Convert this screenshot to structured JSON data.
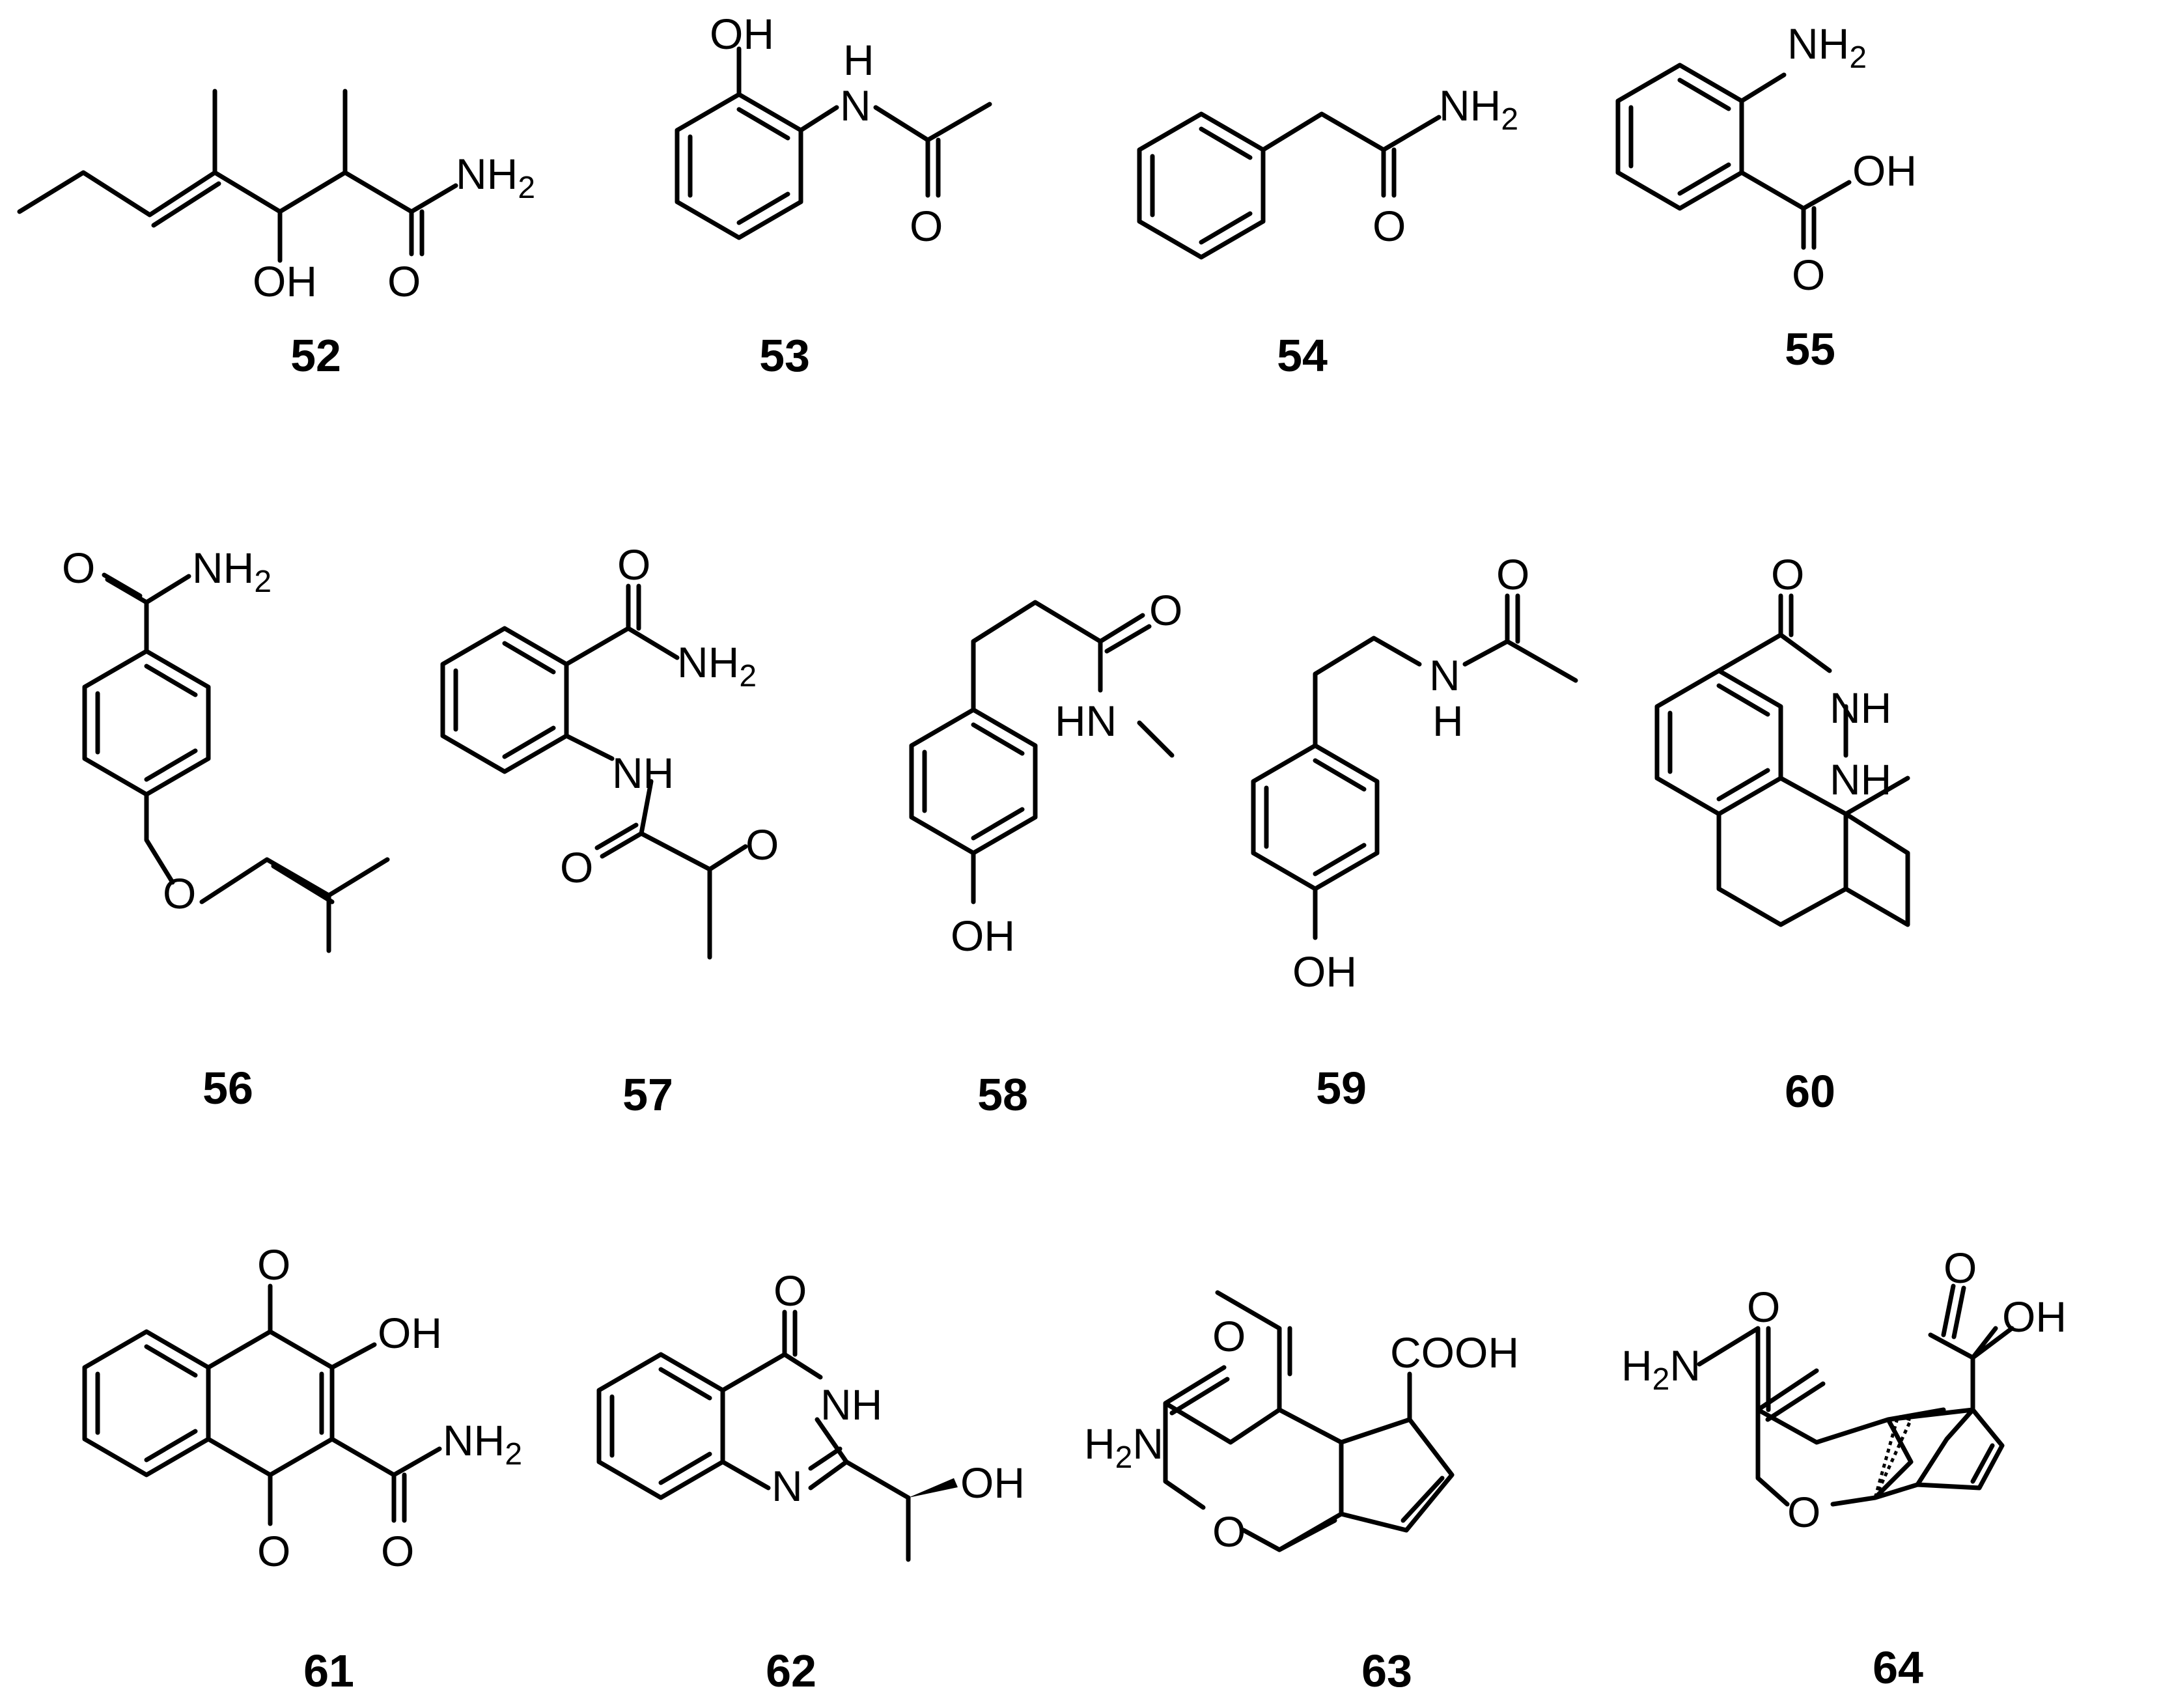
{
  "compounds": [
    {
      "id": "52",
      "atoms": {
        "oh": "OH",
        "o": "O",
        "nh2": "NH",
        "nh2_sub": "2"
      }
    },
    {
      "id": "53",
      "atoms": {
        "oh": "OH",
        "h": "H",
        "n": "N",
        "o": "O"
      }
    },
    {
      "id": "54",
      "atoms": {
        "nh2": "NH",
        "nh2_sub": "2",
        "o": "O"
      }
    },
    {
      "id": "55",
      "atoms": {
        "nh2": "NH",
        "nh2_sub": "2",
        "oh": "OH",
        "o": "O"
      }
    },
    {
      "id": "56",
      "atoms": {
        "o1": "O",
        "nh2": "NH",
        "nh2_sub": "2",
        "o2": "O"
      }
    },
    {
      "id": "57",
      "atoms": {
        "o1": "O",
        "nh2": "NH",
        "nh2_sub": "2",
        "nh": "NH",
        "o2": "O",
        "o3": "O"
      }
    },
    {
      "id": "58",
      "atoms": {
        "o": "O",
        "hn": "HN",
        "oh": "OH"
      }
    },
    {
      "id": "59",
      "atoms": {
        "o": "O",
        "n": "N",
        "h": "H",
        "oh": "OH"
      }
    },
    {
      "id": "60",
      "atoms": {
        "o": "O",
        "nh1": "NH",
        "nh2": "NH"
      }
    },
    {
      "id": "61",
      "atoms": {
        "o1": "O",
        "oh": "OH",
        "nh2": "NH",
        "nh2_sub": "2",
        "o2": "O",
        "o3": "O"
      }
    },
    {
      "id": "62",
      "atoms": {
        "o": "O",
        "nh": "NH",
        "n": "N",
        "oh": "OH"
      }
    },
    {
      "id": "63",
      "atoms": {
        "o1": "O",
        "cooh": "COOH",
        "h2n": "H",
        "h2n_sub": "2",
        "h2n_n": "N",
        "o2": "O"
      }
    },
    {
      "id": "64",
      "atoms": {
        "o1": "O",
        "o2": "O",
        "oh": "OH",
        "h2n": "H",
        "h2n_sub": "2",
        "h2n_n": "N",
        "o3": "O"
      }
    }
  ]
}
